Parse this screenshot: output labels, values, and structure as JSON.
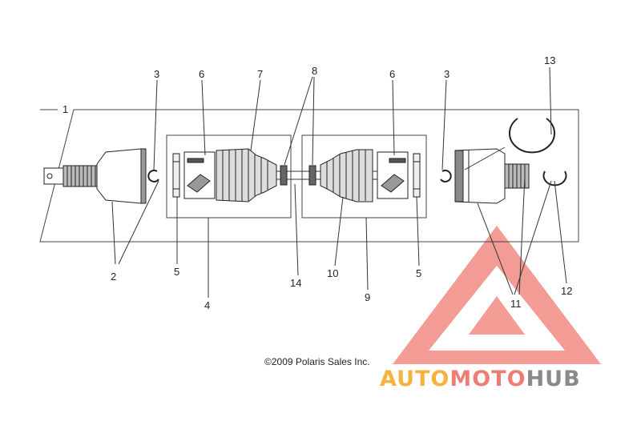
{
  "diagram": {
    "callouts": {
      "c1": "1",
      "c2": "2",
      "c3a": "3",
      "c3b": "3",
      "c4": "4",
      "c5a": "5",
      "c5b": "5",
      "c6a": "6",
      "c6b": "6",
      "c7": "7",
      "c8": "8",
      "c9": "9",
      "c10": "10",
      "c11": "11",
      "c12": "12",
      "c13": "13",
      "c14": "14"
    },
    "copyright": "©2009 Polaris Sales Inc."
  },
  "watermark": {
    "part1": "AUTO",
    "part2": "MOTO",
    "part3": "HUB",
    "colors": {
      "part1": "#f6b23c",
      "part2": "#f07d74",
      "part3": "#8a8a8a",
      "triangle": "#f28b84"
    }
  }
}
